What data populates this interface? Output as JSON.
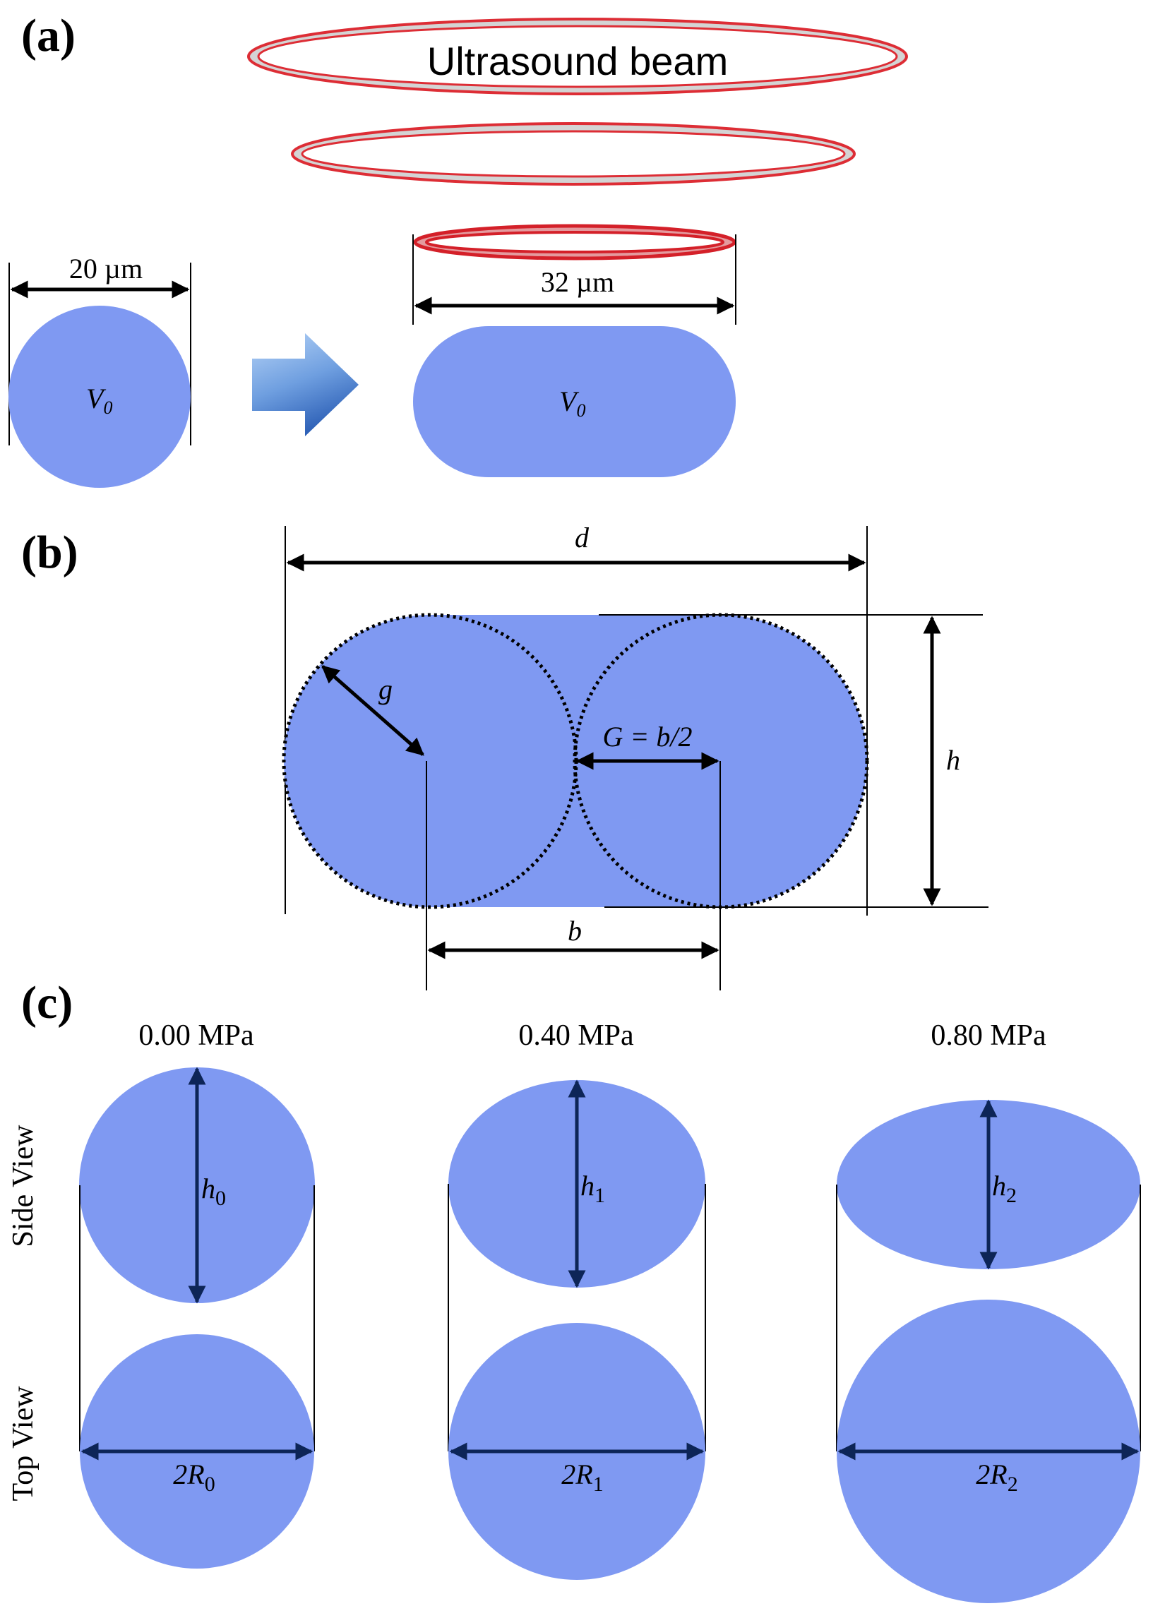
{
  "colors": {
    "blob": "#7f99f2",
    "arrow_dark": "#0d2557",
    "beam_red": "#dd2d35",
    "beam_gray": "#cfcfcf",
    "block_arrow_light": "#a7c8f3",
    "block_arrow_dark": "#3f77c8"
  },
  "panel_a": {
    "label": "(a)",
    "beam_label": "Ultrasound beam",
    "width_before": "20 µm",
    "width_after": "32 µm",
    "volume_before": "V",
    "volume_before_sub": "0",
    "volume_after": "V",
    "volume_after_sub": "0",
    "icons": [
      "ultrasound-ring-icon",
      "block-arrow-right-icon"
    ]
  },
  "panel_b": {
    "label": "(b)",
    "d": "d",
    "g": "g",
    "G_eq": "G = b/2",
    "h": "h",
    "b": "b"
  },
  "panel_c": {
    "label": "(c)",
    "side_view": "Side View",
    "top_view": "Top View",
    "columns": [
      {
        "pressure": "0.00 MPa",
        "h_base": "h",
        "h_sub": "0",
        "r_base": "2R",
        "r_sub": "0"
      },
      {
        "pressure": "0.40 MPa",
        "h_base": "h",
        "h_sub": "1",
        "r_base": "2R",
        "r_sub": "1"
      },
      {
        "pressure": "0.80 MPa",
        "h_base": "h",
        "h_sub": "2",
        "r_base": "2R",
        "r_sub": "2"
      }
    ]
  }
}
